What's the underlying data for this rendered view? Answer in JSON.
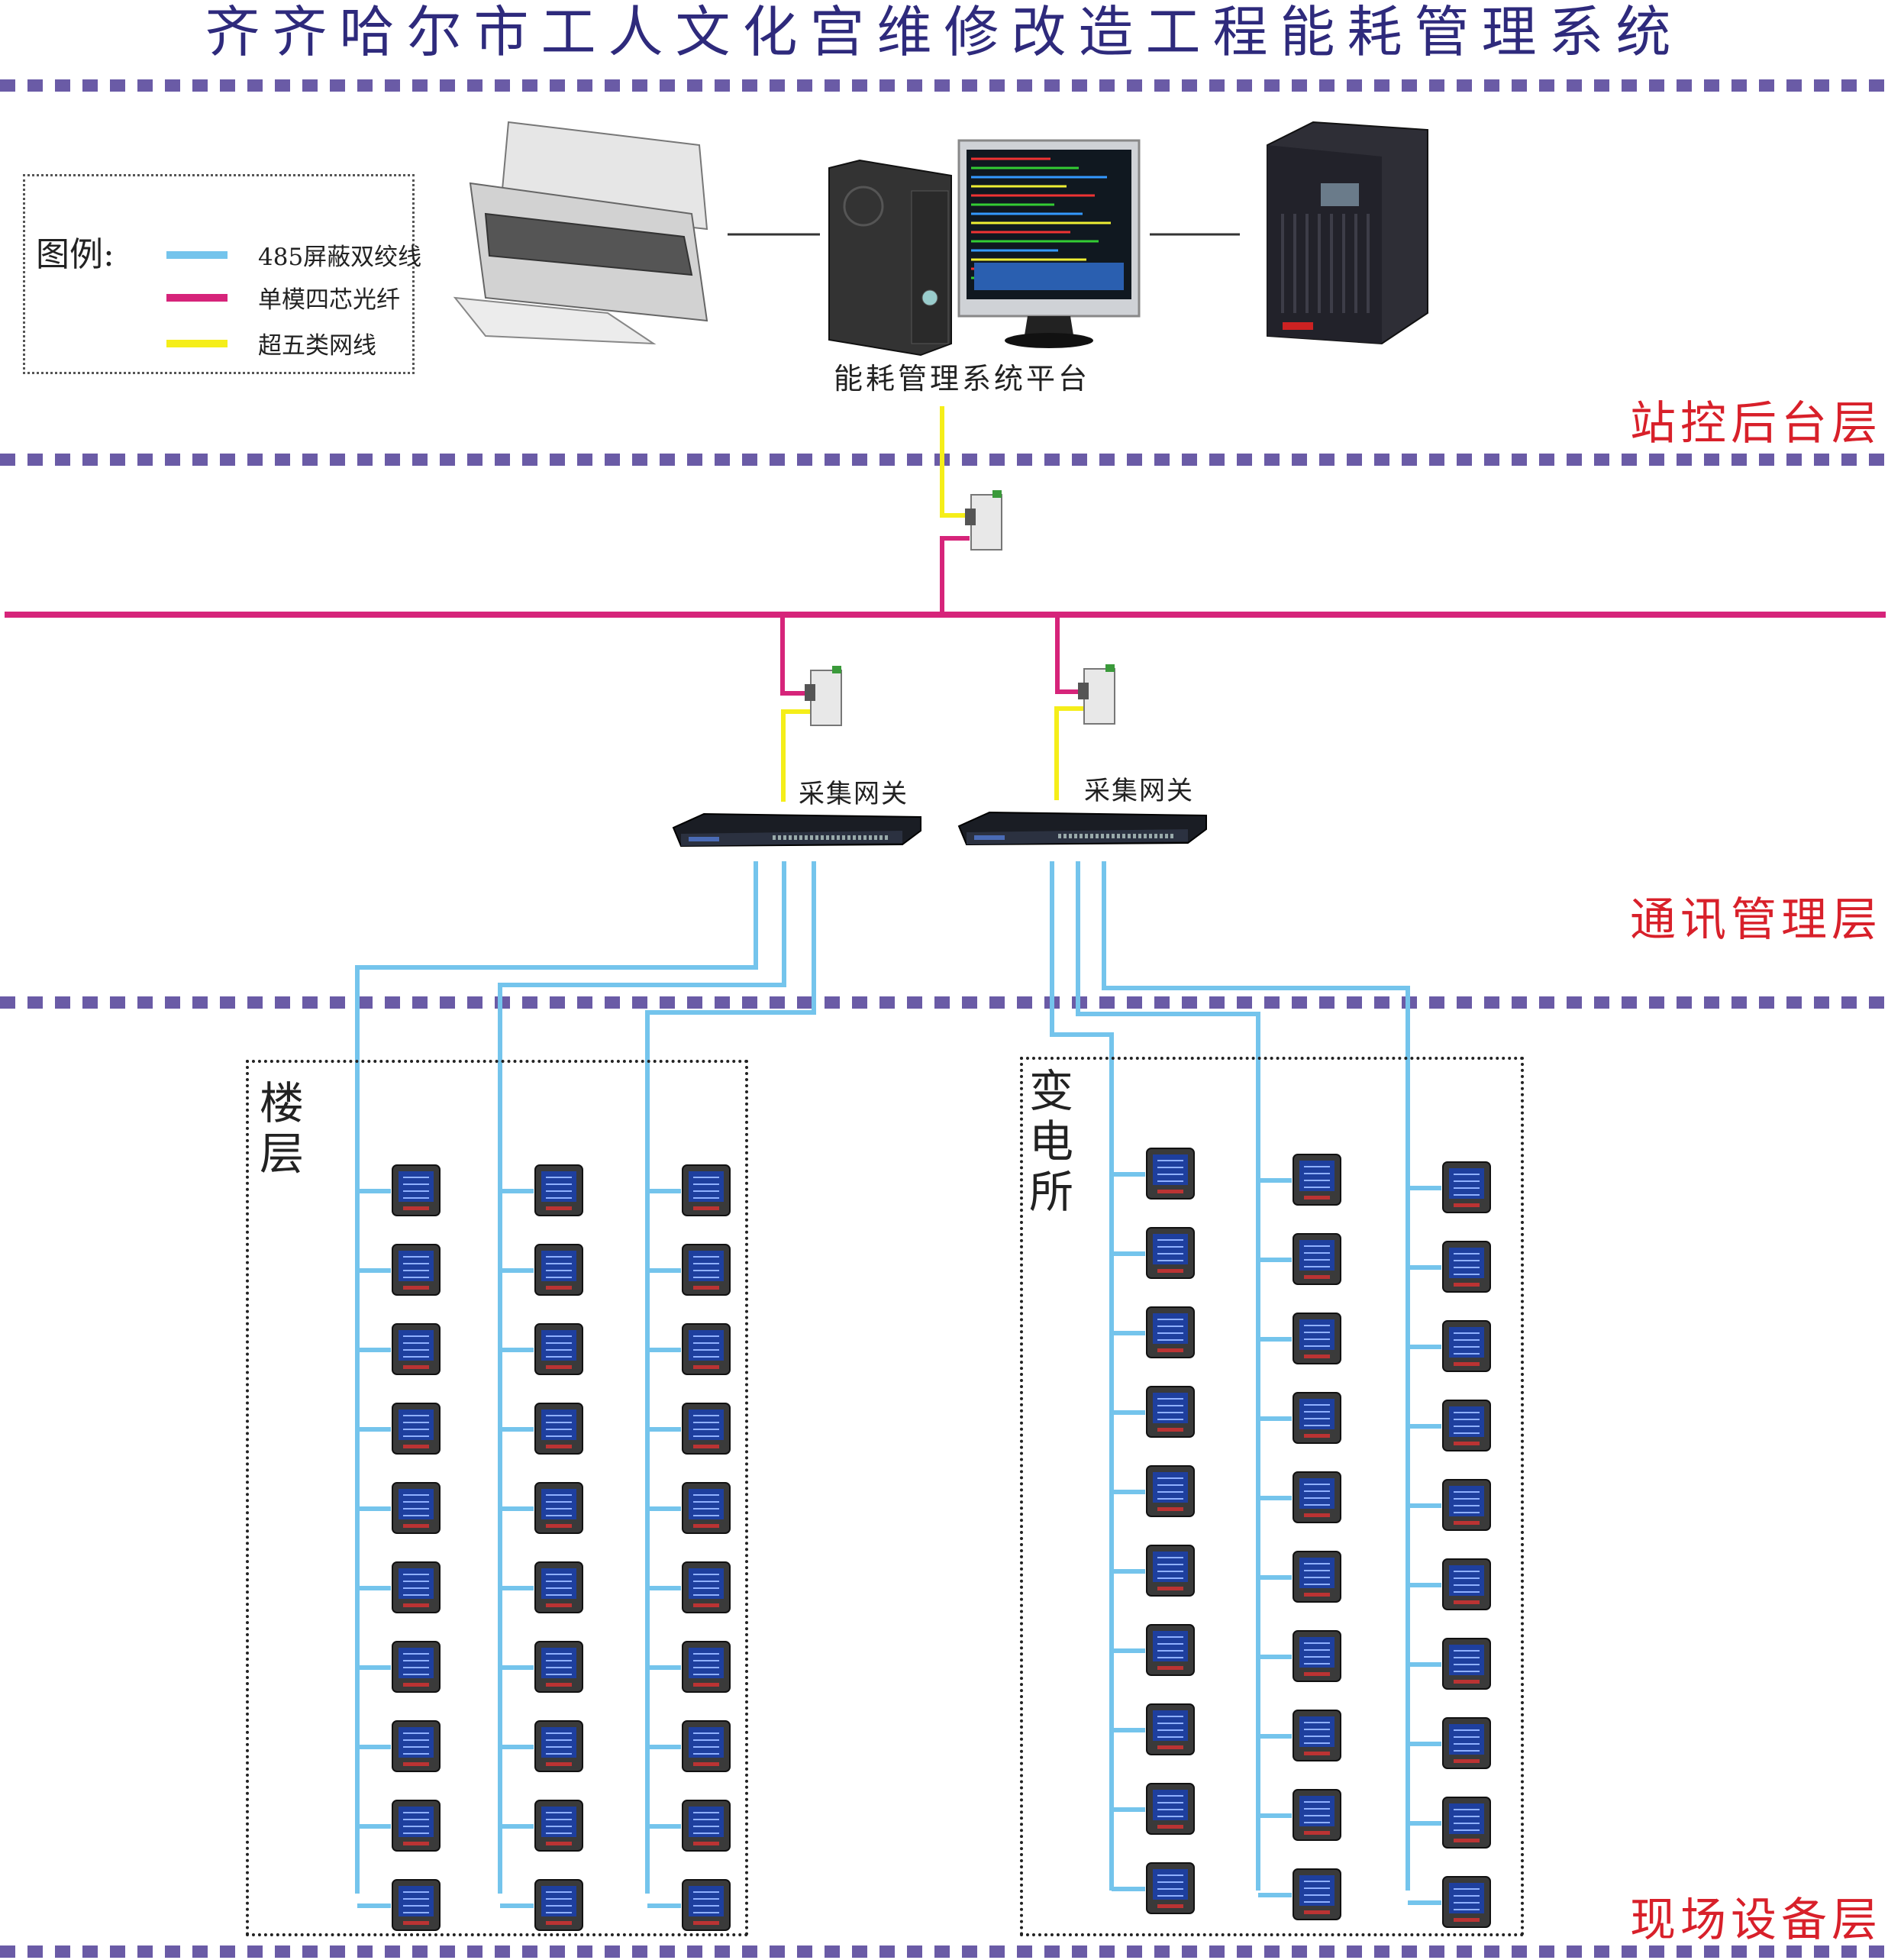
{
  "title": "齐齐哈尔市工人文化宫维修改造工程能耗管理系统",
  "colors": {
    "title": "#2e2a7c",
    "dashed_separator": "#6a5ba6",
    "layer_label": "#d8202a",
    "rs485": "#74c4ec",
    "fiber": "#d6247a",
    "cat5e": "#f5ee19"
  },
  "layers": {
    "station": "站控后台层",
    "comm": "通讯管理层",
    "field": "现场设备层"
  },
  "legend": {
    "heading": "图例:",
    "items": [
      {
        "label": "485屏蔽双绞线",
        "color": "#74c4ec"
      },
      {
        "label": "单模四芯光纤",
        "color": "#d6247a"
      },
      {
        "label": "超五类网线",
        "color": "#f5ee19"
      }
    ]
  },
  "devices": {
    "printer": "printer-icon",
    "workstation": "computer-icon",
    "monitor": "monitor-icon",
    "ups": "ups-icon",
    "converter": "media-converter-icon",
    "gateway": "gateway-icon",
    "meter": "power-meter-icon"
  },
  "platform_caption": "能耗管理系统平台",
  "gateways": [
    {
      "label": "采集网关"
    },
    {
      "label": "采集网关"
    }
  ],
  "zones": [
    {
      "name": "楼层",
      "columns": 3,
      "meters_per_column": 10
    },
    {
      "name": "变电所",
      "columns": 3,
      "meters_per_column": 10
    }
  ]
}
